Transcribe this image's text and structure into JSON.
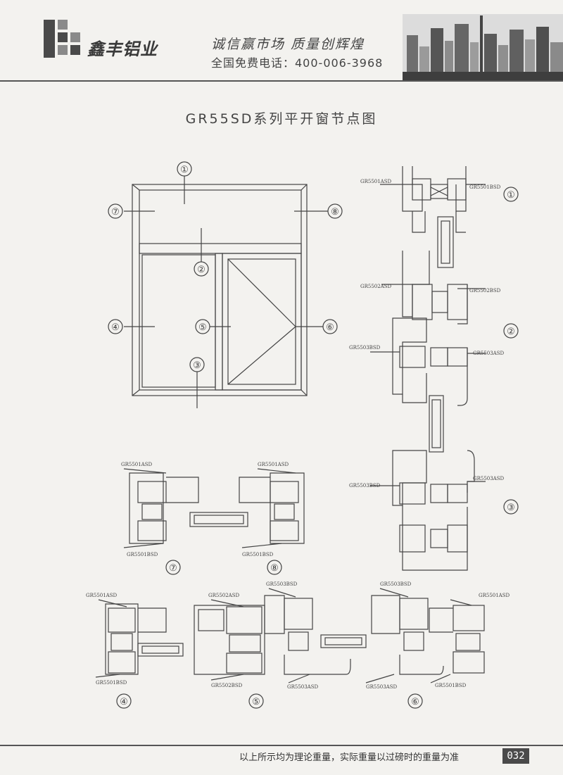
{
  "header": {
    "brand_name": "鑫丰铝业",
    "slogan": "诚信赢市场   质量创辉煌",
    "hotline": "全国免费电话：400-006-3968"
  },
  "title": "GR55SD系列平开窗节点图",
  "window_callouts": [
    "①",
    "②",
    "③",
    "④",
    "⑤",
    "⑥",
    "⑦",
    "⑧"
  ],
  "detail_numbers": {
    "d1": "①",
    "d2": "②",
    "d3": "③",
    "d4": "④",
    "d5": "⑤",
    "d6": "⑥",
    "d7": "⑦",
    "d8": "⑧"
  },
  "profile_labels": {
    "d1_left": "GR5501ASD",
    "d1_right": "GR5501BSD",
    "d2_left_top": "GR5502ASD",
    "d2_right_top": "GR5502BSD",
    "d2_left_bottom": "GR5503BSD",
    "d2_right_bottom": "GR5503ASD",
    "d3_left": "GR5503BSD",
    "d3_right": "GR5503ASD",
    "d7_top": "GR5501ASD",
    "d7_bottom": "GR5501BSD",
    "d8_top": "GR5501ASD",
    "d8_bottom": "GR5501BSD",
    "d4_top": "GR5501ASD",
    "d4_bottom": "GR5501BSD",
    "d5_top": "GR5502ASD",
    "d5_bottom": "GR5502BSD",
    "d6_top_left": "GR5503BSD",
    "d6_top_mid": "GR5503BSD",
    "d6_top_right": "GR5501ASD",
    "d6_bottom_left": "GR5503ASD",
    "d6_bottom_mid": "GR5503ASD",
    "d6_bottom_right": "GR5501BSD"
  },
  "footer": {
    "note": "以上所示均为理论重量，实际重量以过磅时的重量为准",
    "page_number": "032"
  },
  "colors": {
    "ink": "#444444",
    "rule": "#555555",
    "paper": "#f3f2ef"
  }
}
